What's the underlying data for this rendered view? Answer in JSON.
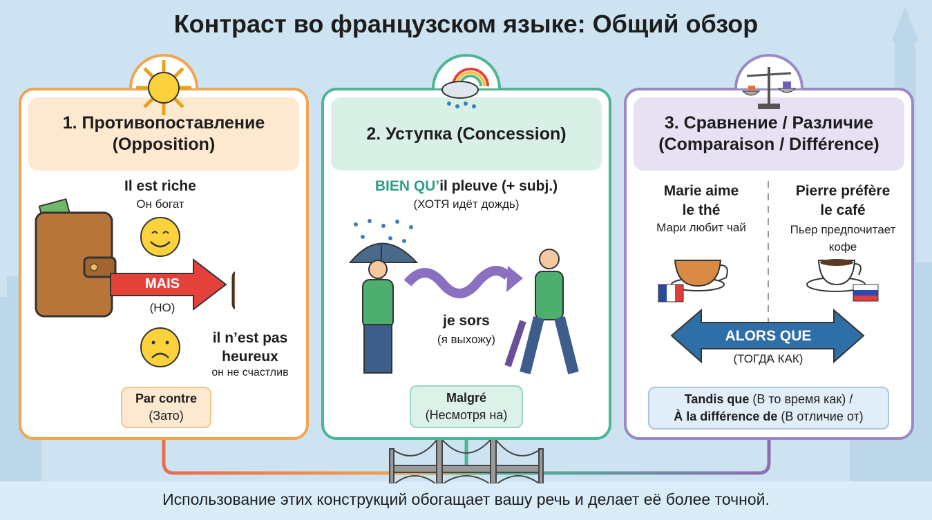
{
  "title": "Контраст во французском языке: Общий обзор",
  "cards": [
    {
      "heading_line1": "1. Противопоставление",
      "heading_line2": "(Opposition)",
      "sentence1_fr": "Il est riche",
      "sentence1_ru": "Он богат",
      "connector": "MAIS",
      "connector_ru": "(НО)",
      "sentence2_fr_line1": "il n’est pas",
      "sentence2_fr_line2": "heureux",
      "sentence2_ru": "он не счастлив",
      "alt_fr": "Par contre",
      "alt_ru": "(Зато)",
      "color": "#f0a54e"
    },
    {
      "heading": "2. Уступка (Concession)",
      "sentence_connector": "BIEN QU’",
      "sentence_rest": "il pleuve (+ subj.)",
      "sentence_ru": "(ХОТЯ идёт дождь)",
      "result_fr": "je sors",
      "result_ru": "(я выхожу)",
      "alt_fr": "Malgré",
      "alt_ru": "(Несмотря на)",
      "color": "#4cb594"
    },
    {
      "heading_line1": "3. Сравнение / Различие",
      "heading_line2": "(Comparaison / Différence)",
      "left_fr_line1": "Marie aime",
      "left_fr_line2": "le thé",
      "left_ru": "Мари любит чай",
      "right_fr_line1": "Pierre préfère",
      "right_fr_line2": "le café",
      "right_ru_line1": "Пьер предпочитает",
      "right_ru_line2": "кофе",
      "connector": "ALORS QUE",
      "connector_ru": "(ТОГДА КАК)",
      "alt1_fr": "Tandis que",
      "alt1_ru": "(В то время как) /",
      "alt2_fr": "À la différence de",
      "alt2_ru": "(В отличие от)",
      "color": "#9c88c2"
    }
  ],
  "footer": "Использование этих конструкций обогащает вашу речь и делает её более точной."
}
